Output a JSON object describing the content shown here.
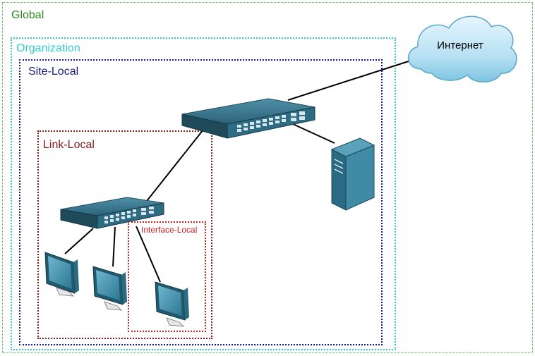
{
  "scopes": {
    "global": {
      "label": "Global",
      "color": "#2e8b22"
    },
    "organization": {
      "label": "Organization",
      "color": "#33cccc"
    },
    "site_local": {
      "label": "Site-Local",
      "color": "#1a1a80"
    },
    "link_local": {
      "label": "Link-Local",
      "color": "#8b1a1a"
    },
    "interface_local": {
      "label": "Interface-Local",
      "color": "#cc2222"
    }
  },
  "internet": {
    "label": "Интернет"
  },
  "devices": {
    "core_switch": "switch-icon",
    "access_switch": "switch-icon",
    "server": "server-icon",
    "workstations": [
      "monitor-icon",
      "monitor-icon",
      "monitor-icon"
    ]
  },
  "colors": {
    "device_teal": "#2a5a6e",
    "device_light": "#3d7f96",
    "cloud": "#a9d8ee",
    "link": "#000000"
  }
}
